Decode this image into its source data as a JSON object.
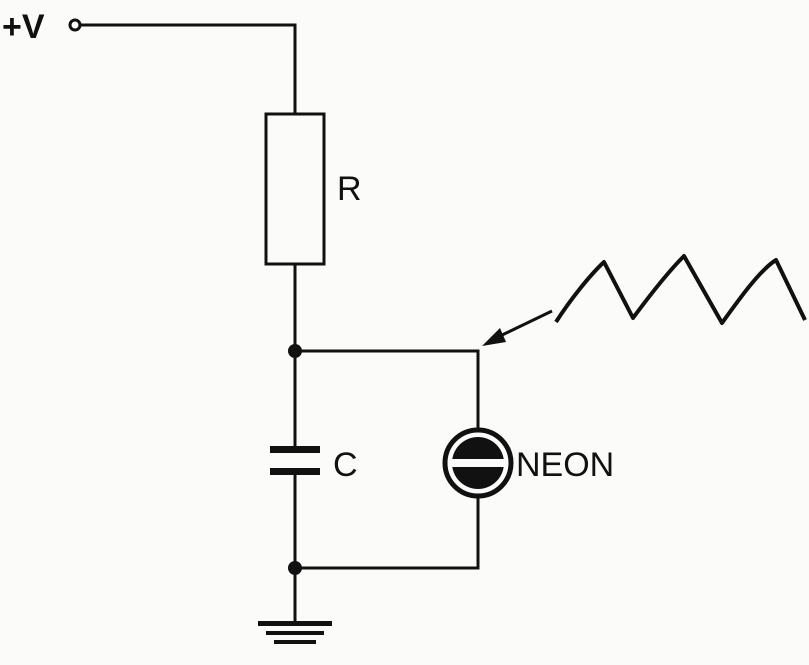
{
  "labels": {
    "supply": "+V",
    "resistor": "R",
    "capacitor": "C",
    "lamp": "NEON"
  },
  "icons": {
    "supply_terminal": "open-circle-terminal-icon",
    "resistor": "resistor-icon",
    "capacitor": "capacitor-icon",
    "lamp": "neon-lamp-icon",
    "ground": "ground-icon",
    "waveform": "sawtooth-waveform-icon",
    "pointer": "arrow-icon"
  },
  "colors": {
    "ink": "#111111",
    "paper": "#fbfbf9"
  }
}
